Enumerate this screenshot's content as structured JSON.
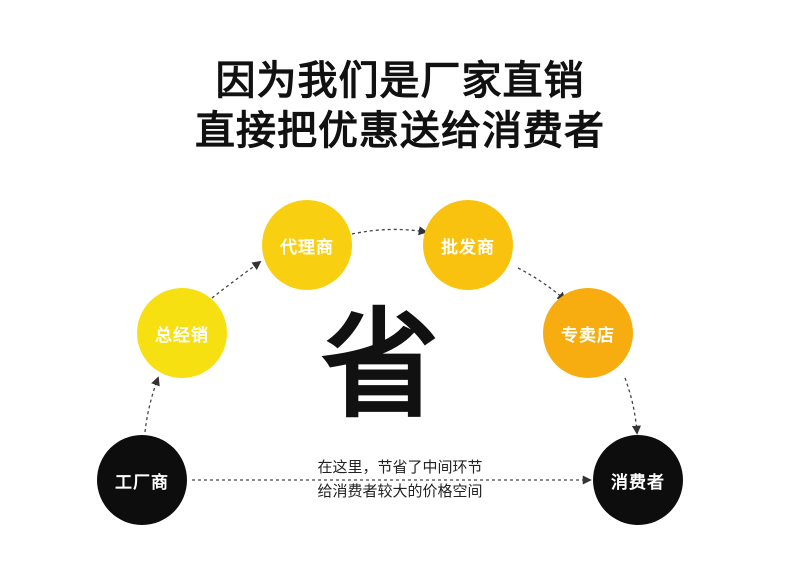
{
  "headline": {
    "line1": "因为我们是厂家直销",
    "line2": "直接把优惠送给消费者"
  },
  "nodes": [
    {
      "id": "factory",
      "label": "工厂商"
    },
    {
      "id": "general",
      "label": "总经销"
    },
    {
      "id": "agent",
      "label": "代理商"
    },
    {
      "id": "wholesale",
      "label": "批发商"
    },
    {
      "id": "store",
      "label": "专卖店"
    },
    {
      "id": "consumer",
      "label": "消费者"
    }
  ],
  "center": {
    "big_char": "省",
    "caption_line1": "在这里，节省了中间环节",
    "caption_line2": "给消费者较大的价格空间"
  },
  "colors": {
    "factory": "#0d0d0d",
    "general": "#f7e011",
    "agent": "#f9cf11",
    "wholesale": "#f9c20e",
    "store": "#f7ad10",
    "consumer": "#0d0d0d",
    "arrow": "#444444"
  }
}
